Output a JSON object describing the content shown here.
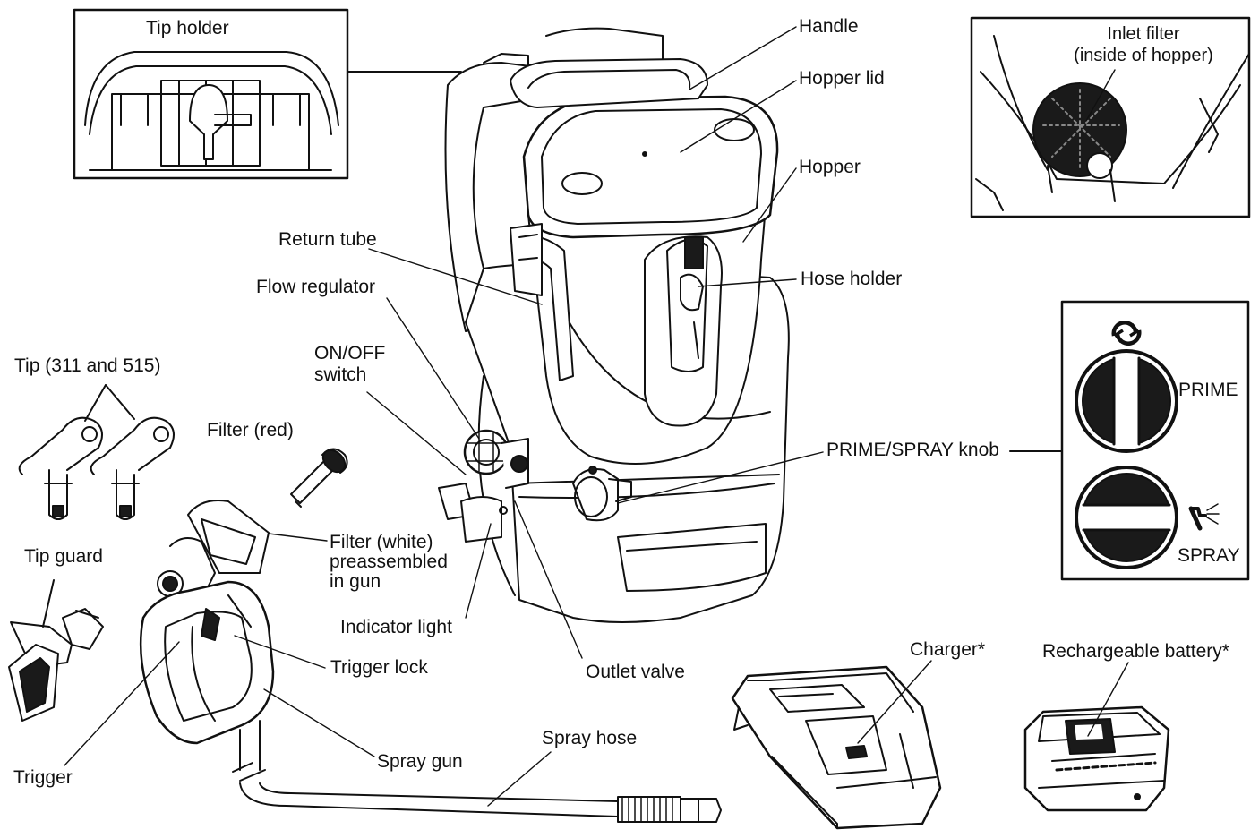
{
  "labels": {
    "tip_holder": "Tip holder",
    "handle": "Handle",
    "hopper_lid": "Hopper lid",
    "hopper": "Hopper",
    "inlet_filter_1": "Inlet filter",
    "inlet_filter_2": "(inside of hopper)",
    "return_tube": "Return tube",
    "flow_regulator": "Flow regulator",
    "hose_holder": "Hose holder",
    "on_off_1": "ON/OFF",
    "on_off_2": "switch",
    "tip": "Tip (311 and 515)",
    "filter_red": "Filter (red)",
    "prime_spray_knob": "PRIME/SPRAY knob",
    "prime": "PRIME",
    "spray": "SPRAY",
    "tip_guard": "Tip guard",
    "filter_white_1": "Filter (white)",
    "filter_white_2": "preassembled",
    "filter_white_3": "in gun",
    "indicator_light": "Indicator light",
    "trigger_lock": "Trigger lock",
    "outlet_valve": "Outlet valve",
    "charger": "Charger*",
    "battery": "Rechargeable battery*",
    "spray_hose": "Spray hose",
    "spray_gun": "Spray gun",
    "trigger": "Trigger"
  },
  "icons": {
    "prime_icon": "rotate-arrows-icon",
    "spray_icon": "spray-gun-icon"
  },
  "colors": {
    "ink": "#111111",
    "fill": "#ffffff",
    "dark": "#1a1a1a"
  }
}
